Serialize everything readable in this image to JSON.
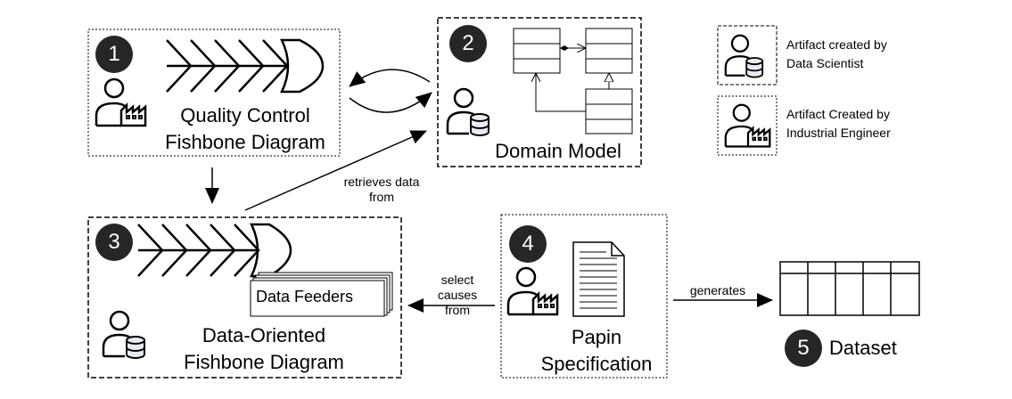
{
  "steps": [
    {
      "number": "1",
      "title": [
        "Quality Control",
        "Fishbone Diagram"
      ]
    },
    {
      "number": "2",
      "title": [
        "Domain Model"
      ]
    },
    {
      "number": "3",
      "title": [
        "Data-Oriented",
        "Fishbone Diagram"
      ],
      "inner_label": "Data Feeders"
    },
    {
      "number": "4",
      "title": [
        "Papin",
        "Specification"
      ]
    },
    {
      "number": "5",
      "title": [
        "Dataset"
      ]
    }
  ],
  "edges": {
    "retrieves": [
      "retrieves data",
      "from"
    ],
    "select": [
      "select",
      "causes",
      "from"
    ],
    "generates": "generates"
  },
  "legend": [
    {
      "text": [
        "Artifact created by",
        "Data Scientist"
      ],
      "icon": "data-scientist-icon"
    },
    {
      "text": [
        "Artifact Created by",
        "Industrial Engineer"
      ],
      "icon": "industrial-engineer-icon"
    }
  ],
  "colors": {
    "badge": "#262626",
    "cylinder": "#e8ecf4"
  }
}
